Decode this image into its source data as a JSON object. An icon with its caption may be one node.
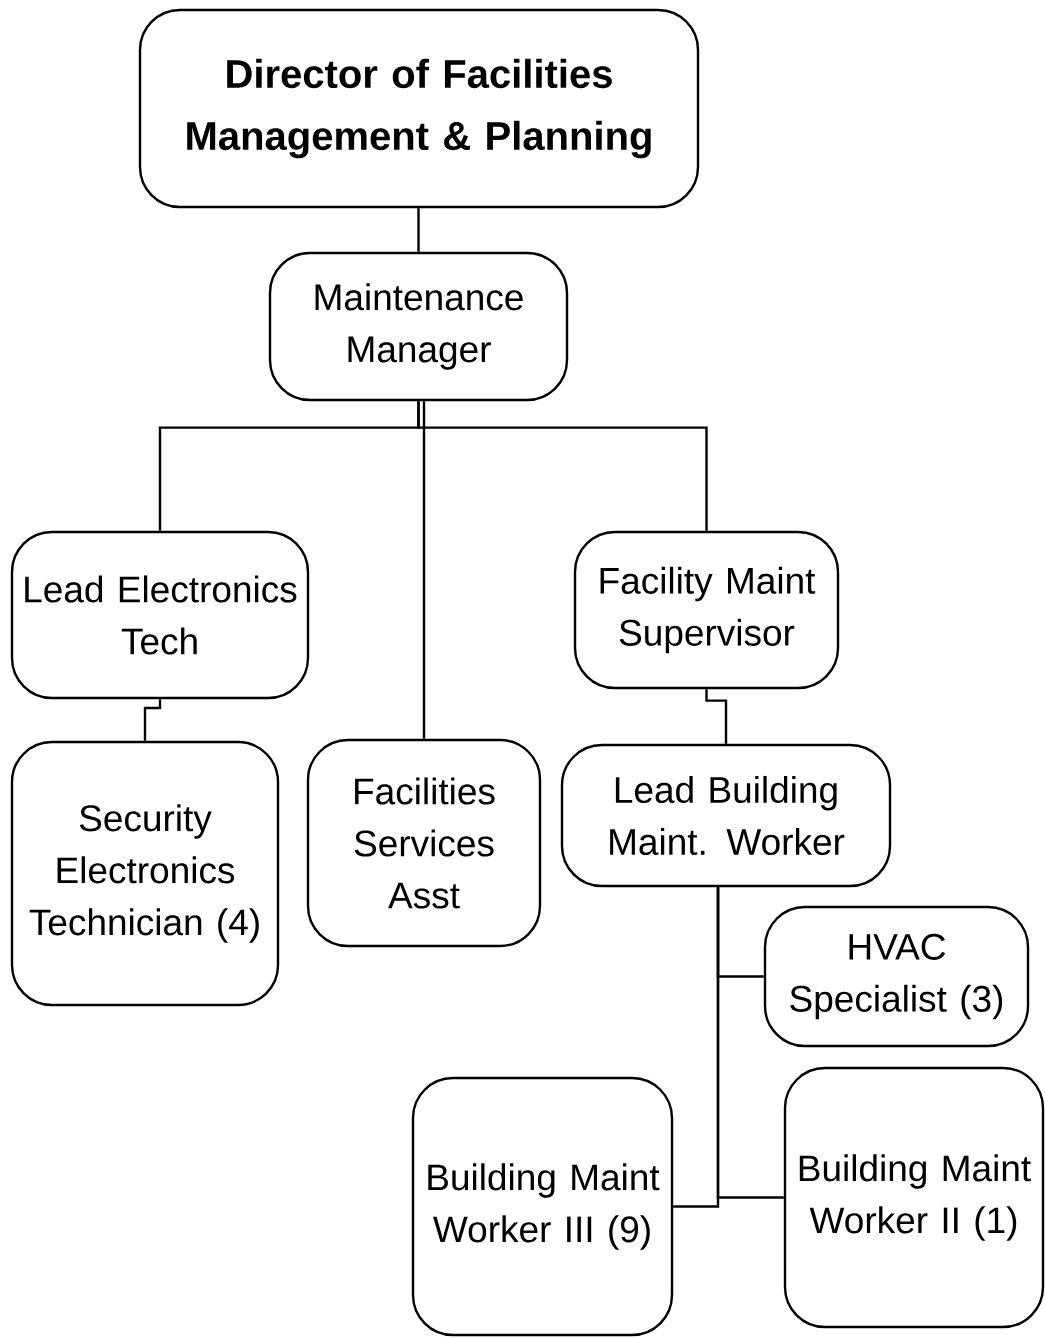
{
  "diagram": {
    "nodes": [
      {
        "text": [
          "Director of Facilities Management & Planning"
        ]
      },
      {
        "text": [
          "Maintenance Manager"
        ]
      },
      {
        "text": [
          "Lead Electronics Tech"
        ]
      },
      {
        "text": [
          "Facility Maint Supervisor"
        ]
      },
      {
        "text": [
          "Security Electronics Technician (4)"
        ]
      },
      {
        "text": [
          "Facilities Services Asst"
        ]
      },
      {
        "text": [
          "Lead Building Maint. Worker"
        ]
      },
      {
        "text": [
          "HVAC Specialist (3)"
        ]
      },
      {
        "text": [
          "Building Maint Worker III (9)"
        ]
      },
      {
        "text": [
          "Building Maint Worker II (1)"
        ]
      }
    ],
    "edges": [
      {
        "from": 0,
        "to": 1,
        "arrow": "none"
      },
      {
        "from": 1,
        "to": 2,
        "arrow": "none"
      },
      {
        "from": 1,
        "to": 5,
        "arrow": "none"
      },
      {
        "from": 1,
        "to": 3,
        "arrow": "none"
      },
      {
        "from": 2,
        "to": 4,
        "arrow": "none"
      },
      {
        "from": 3,
        "to": 6,
        "arrow": "none"
      },
      {
        "from": 6,
        "to": 7,
        "arrow": "none"
      },
      {
        "from": 6,
        "to": 8,
        "arrow": "none"
      },
      {
        "from": 6,
        "to": 9,
        "arrow": "none"
      }
    ]
  }
}
